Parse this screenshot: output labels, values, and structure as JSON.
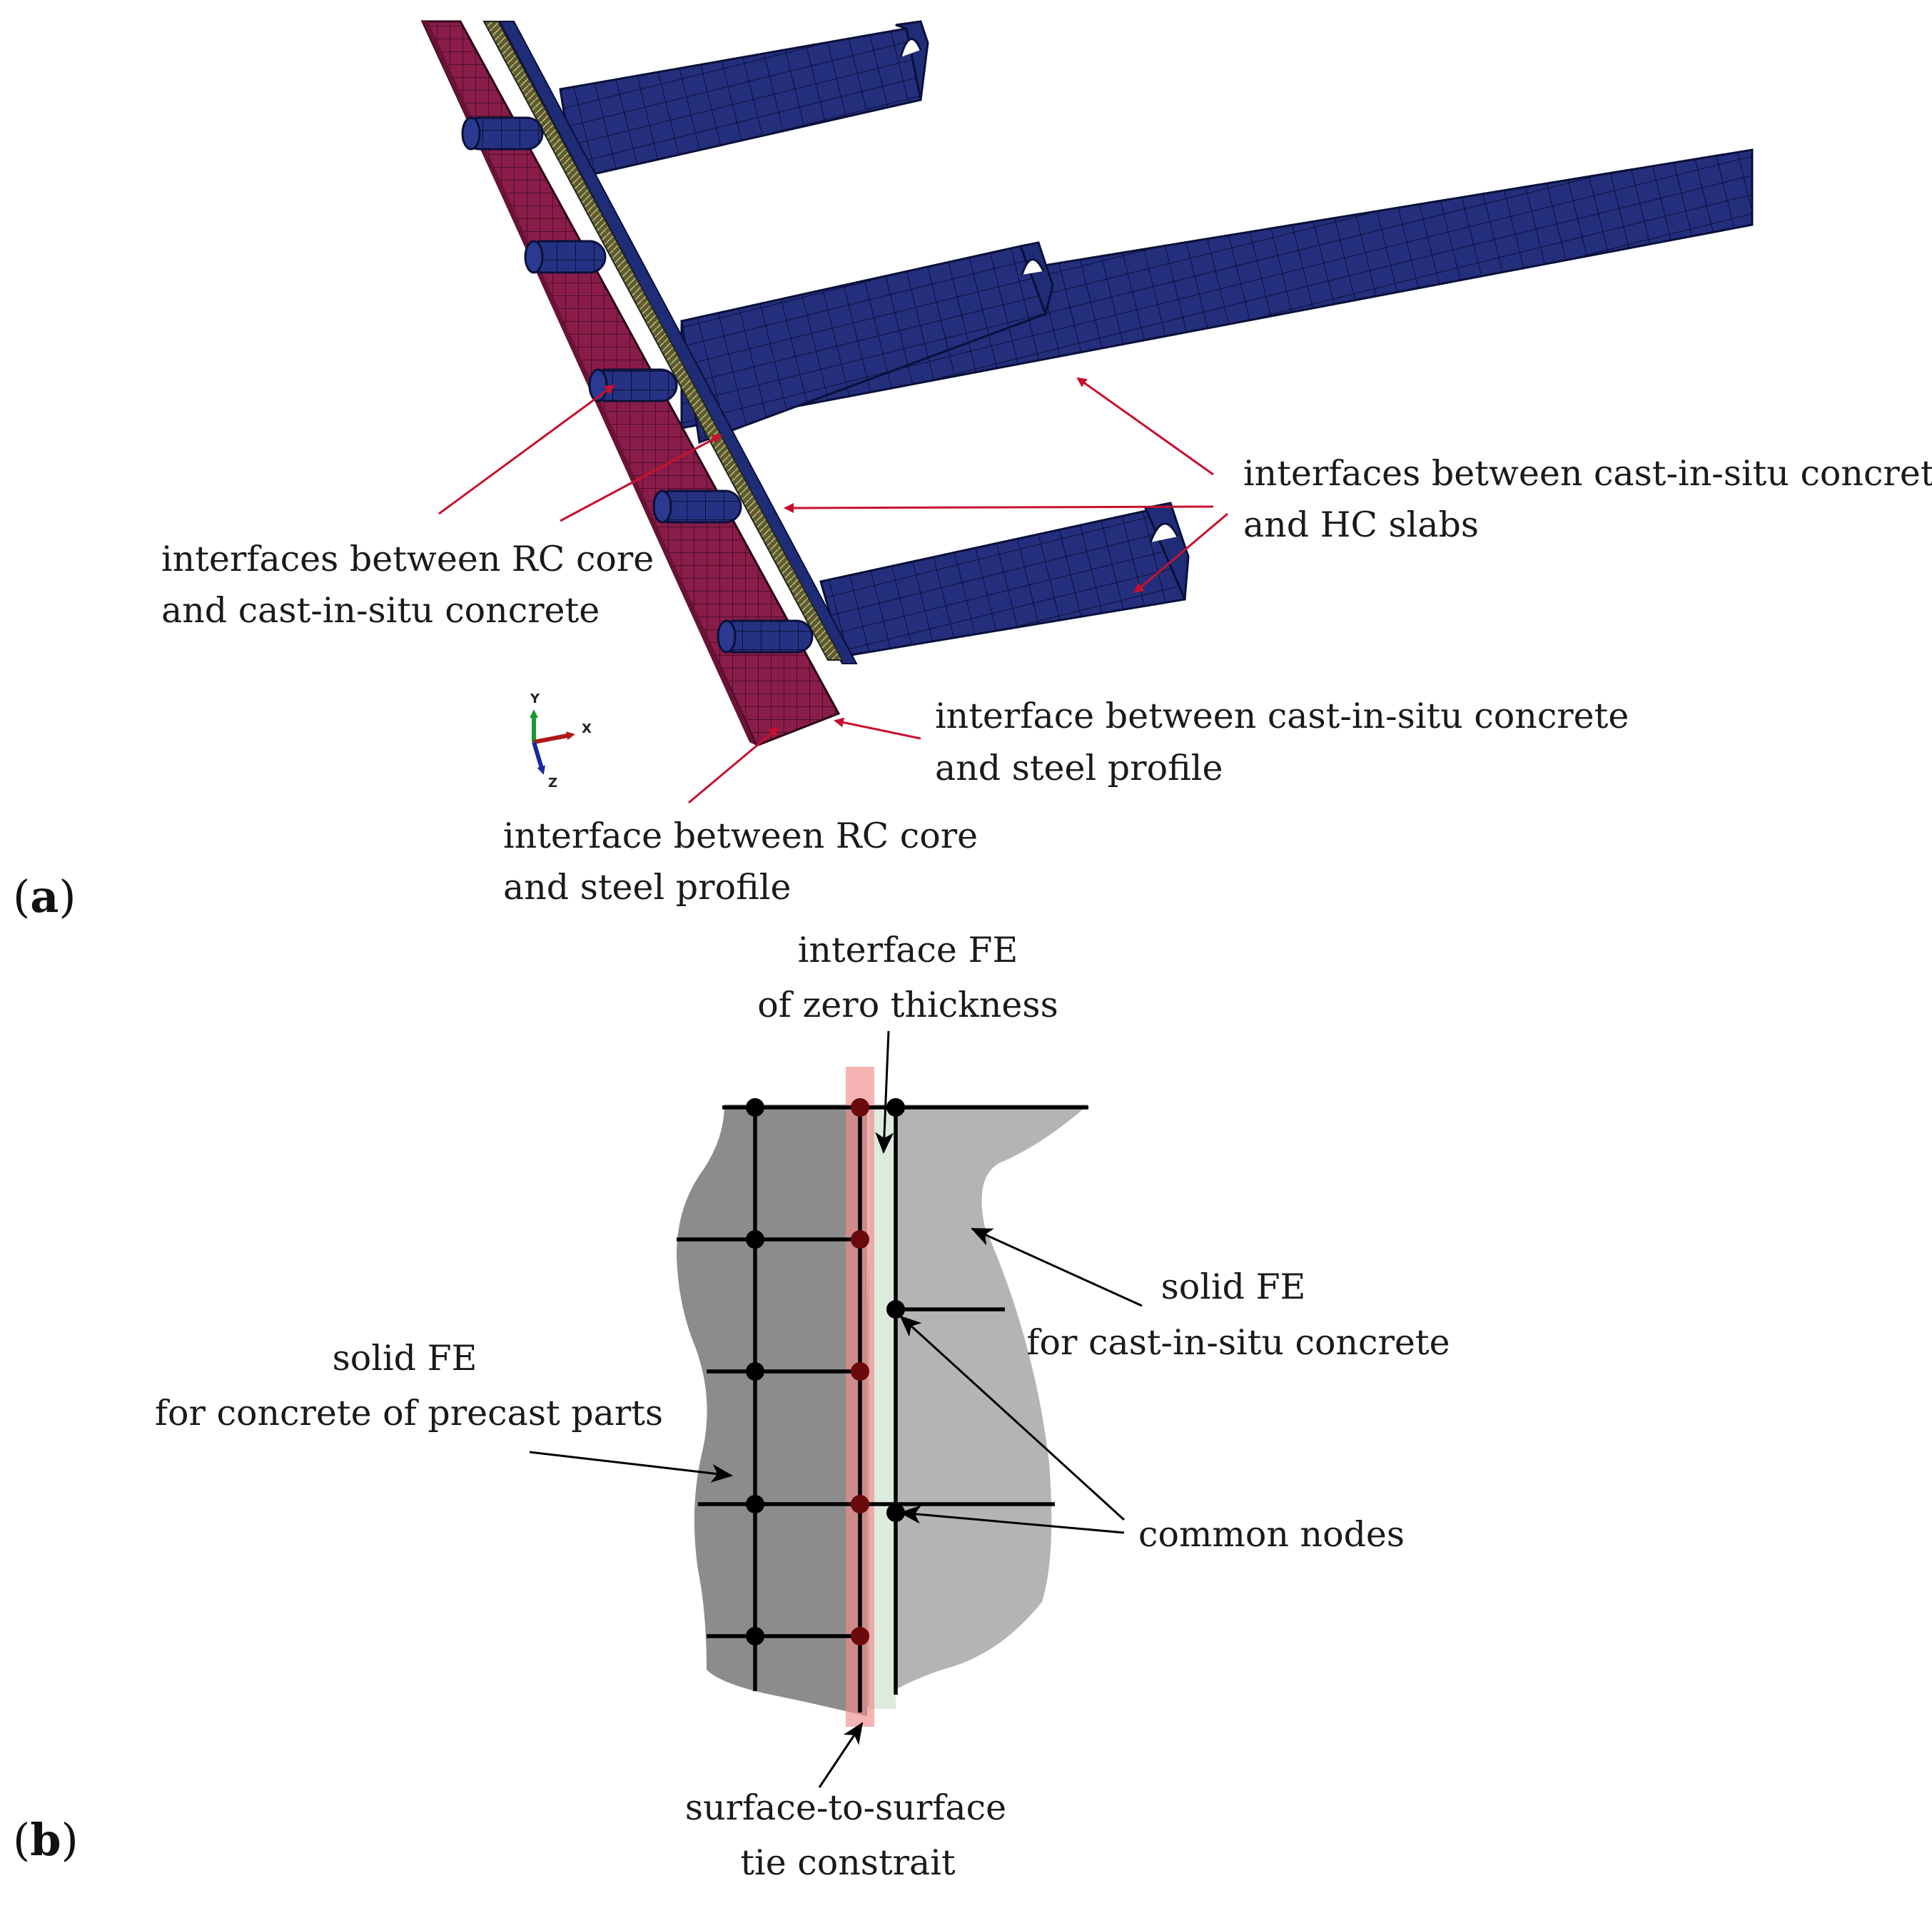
{
  "panel_a": {
    "panel_label_open": "(",
    "panel_label_letter": "a",
    "panel_label_close": ")",
    "axis_y": "Y",
    "axis_x": "X",
    "axis_z": "Z",
    "label_rc_cast_1": "interfaces between RC core",
    "label_rc_cast_2": "and cast-in-situ concrete",
    "label_cast_hc_1": "interfaces between cast-in-situ concrete",
    "label_cast_hc_2": "and HC slabs",
    "label_cast_steel_1": "interface between cast-in-situ concrete",
    "label_cast_steel_2": "and steel profile",
    "label_rc_steel_1": "interface between RC core",
    "label_rc_steel_2": "and steel profile",
    "colors": {
      "rc_core": "#8a1c4a",
      "hc_slab": "#1f2c78",
      "steel": "#6b6a3a",
      "arrow": "#c8102e"
    }
  },
  "panel_b": {
    "panel_label_open": "(",
    "panel_label_letter": "b",
    "panel_label_close": ")",
    "label_interface_fe_1": "interface FE",
    "label_interface_fe_2": "of zero thickness",
    "label_solid_cast_1": "solid FE",
    "label_solid_cast_2": "for cast-in-situ concrete",
    "label_solid_precast_1": "solid FE",
    "label_solid_precast_2": "for concrete of precast parts",
    "label_common_nodes": "common nodes",
    "label_tie_1": "surface-to-surface",
    "label_tie_2": "tie constrait",
    "colors": {
      "precast": "#8c8c8c",
      "cast": "#b4b4b4",
      "tie": "#f2a0a0",
      "interface": "#dcebdc",
      "node": "#000000"
    }
  }
}
